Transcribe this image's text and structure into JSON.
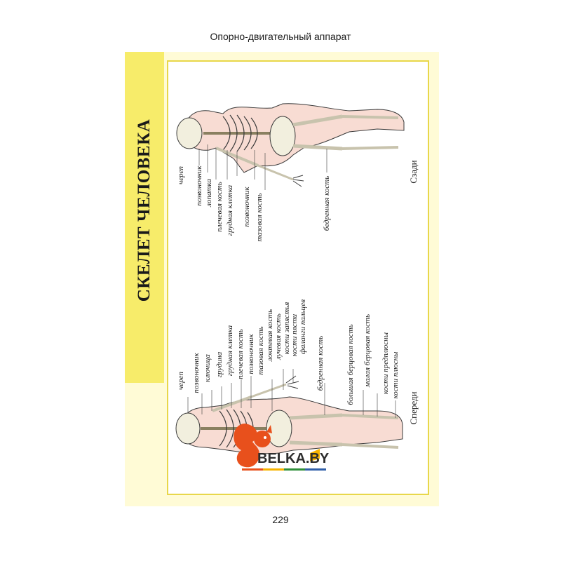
{
  "header": {
    "title": "Опорно-двигательный аппарат"
  },
  "page": {
    "number": "229"
  },
  "section_title": "Скелет человека",
  "front_view": {
    "caption": "Спереди",
    "labels": [
      "череп",
      "позвоночник",
      "ключица",
      "грудина",
      "грудная клетка",
      "плечевая кость",
      "позвоночник",
      "тазовая кость",
      "локтевая кость",
      "лучевая кость",
      "кости запястья",
      "кости пясти",
      "фаланги пальцев",
      "бедренная кость",
      "большая берцовая кость",
      "малая берцовая кость",
      "кости предплюсны",
      "кости плюсны"
    ]
  },
  "back_view": {
    "caption": "Сзади",
    "labels": [
      "череп",
      "позвоночник",
      "лопатка",
      "плечевая кость",
      "грудная клетка",
      "позвоночник",
      "тазовая кость",
      "бедренная кость"
    ]
  },
  "logo": {
    "text": "BELKA.BY",
    "brand_colors": [
      "#e8501c",
      "#f6b300",
      "#2f8f3a",
      "#2f5ea8"
    ]
  },
  "colors": {
    "page_bg": "#fffbd6",
    "title_band": "#f7ec6a",
    "frame_border": "#e8d74a",
    "skin": "#f8dcd3",
    "bone": "#f2efde"
  }
}
